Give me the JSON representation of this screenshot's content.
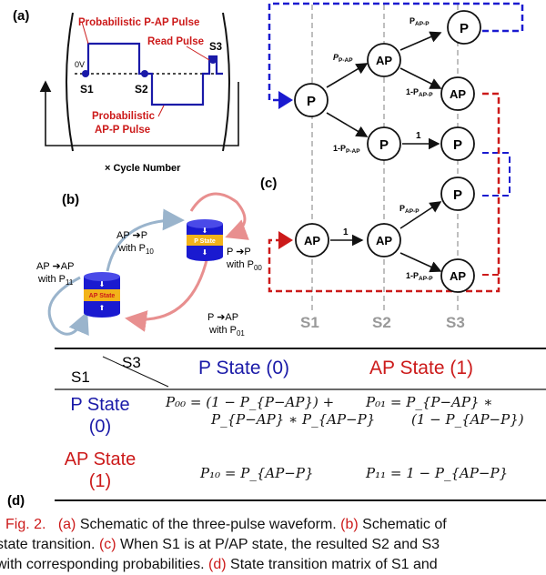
{
  "panel_a": {
    "label": "(a)",
    "p_ap_pulse": "Probabilistic P-AP Pulse",
    "read_pulse": "Read Pulse",
    "s3": "S3",
    "ov": "0V",
    "s1": "S1",
    "s2": "S2",
    "ap_p_pulse_1": "Probabilistic",
    "ap_p_pulse_2": "AP-P Pulse",
    "cycle": "× Cycle Number"
  },
  "panel_b": {
    "label": "(b)",
    "ap_to_p": "AP ➔P",
    "ap_to_p_prob": "with P",
    "ap_to_p_sub": "10",
    "ap_to_ap": "AP ➔AP",
    "ap_to_ap_prob": "with P",
    "ap_to_ap_sub": "11",
    "p_to_p": "P ➔P",
    "p_to_p_prob": "with P",
    "p_to_p_sub": "00",
    "p_to_ap": "P ➔AP",
    "p_to_ap_prob": "with P",
    "p_to_ap_sub": "01",
    "p_state": "P State",
    "ap_state": "AP State"
  },
  "panel_c": {
    "label": "(c)",
    "node_p": "P",
    "node_ap": "AP",
    "edge_p_ap_pre": "P",
    "edge_p_ap_sub": "P-AP",
    "edge_1mp_pre": "1-P",
    "edge_1mp_sub": "P-AP",
    "edge_ap_p_pre": "P",
    "edge_ap_p_sub": "AP-P",
    "edge_1map_pre": "1-P",
    "edge_1map_sub": "AP-P",
    "one": "1",
    "s1": "S1",
    "s2": "S2",
    "s3": "S3"
  },
  "panel_d": {
    "label": "(d)",
    "corner_s1": "S1",
    "corner_s3": "S3",
    "col_p": "P State (0)",
    "col_ap": "AP State (1)",
    "row_p_1": "P State",
    "row_p_2": "(0)",
    "row_ap_1": "AP State",
    "row_ap_2": "(1)",
    "p00_l1": "P₀₀ = (1 − P_{P−AP}) +",
    "p00_l2": "P_{P−AP} ∗ P_{AP−P}",
    "p01_l1": "P₀₁ = P_{P−AP} ∗",
    "p01_l2": "(1 − P_{AP−P})",
    "p10": "P₁₀ = P_{AP−P}",
    "p11": "P₁₁ = 1 − P_{AP−P}"
  },
  "caption": {
    "fig": "Fig. 2.",
    "a": "(a)",
    "a_text": " Schematic of the three-pulse waveform. ",
    "b": "(b)",
    "b_text": " Schematic of",
    "line2_pre": "state transition. ",
    "c": "(c)",
    "c_text": " When S1 is at P/AP state, the resulted S2 and S3",
    "line3_pre": "with corresponding probabilities. ",
    "d": "(d)",
    "d_text": " State transition matrix of S1 and"
  },
  "colors": {
    "blue": "#1a1aa8",
    "red": "#cc1a1a",
    "yellow": "#f2b31a",
    "gray": "#aaaaaa"
  }
}
